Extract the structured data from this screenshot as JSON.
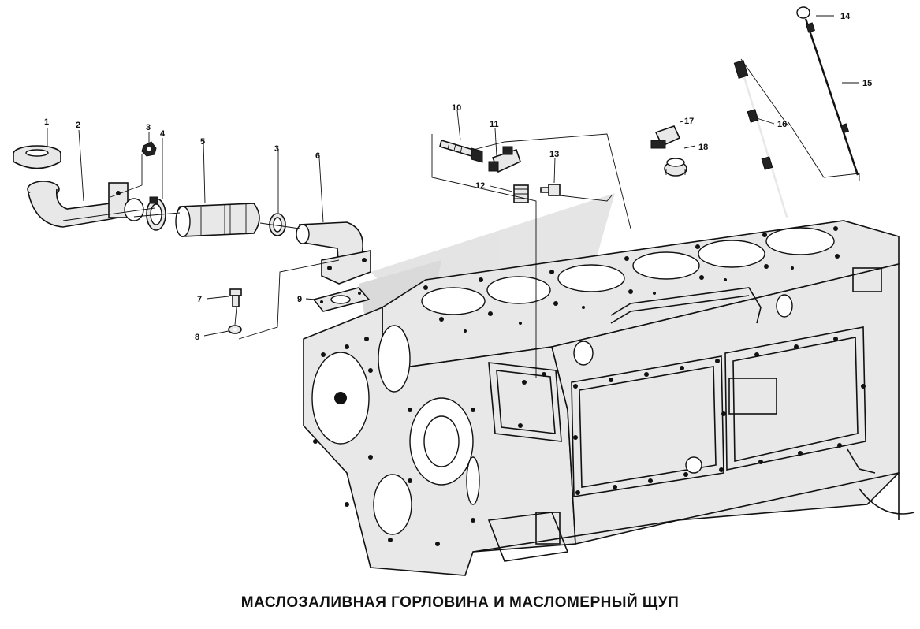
{
  "caption": "МАСЛОЗАЛИВНАЯ ГОРЛОВИНА И МАСЛОМЕРНЫЙ ЩУП",
  "callouts": [
    "1",
    "2",
    "3",
    "4",
    "5",
    "3",
    "6",
    "7",
    "8",
    "9",
    "10",
    "11",
    "12",
    "13",
    "14",
    "15",
    "16",
    "17",
    "18"
  ],
  "colors": {
    "ink": "#111111",
    "watermark": "#c8c8c8",
    "background": "#ffffff"
  }
}
